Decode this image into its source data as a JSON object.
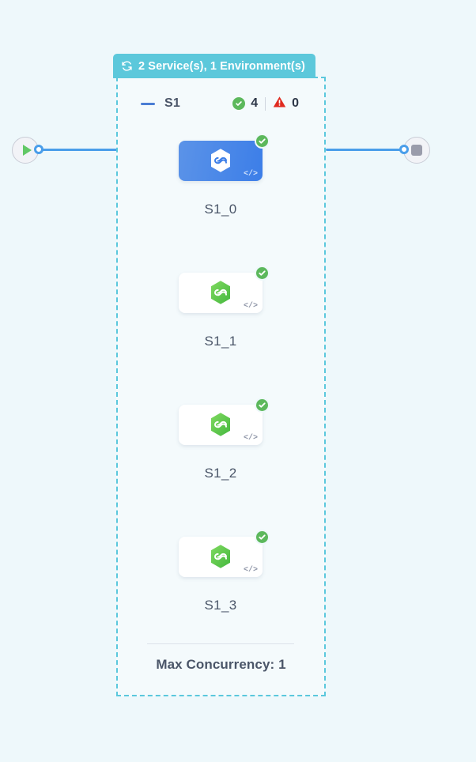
{
  "canvas": {
    "background_color": "#eef8fb"
  },
  "group": {
    "tab_label": "2 Service(s), 1 Environment(s)",
    "tab_icon": "refresh-cycle-icon",
    "tab_color": "#5cc8db",
    "border_color": "#5bc8dd",
    "border_style": "dashed"
  },
  "service": {
    "collapse_icon": "minus-collapse-icon",
    "name": "S1",
    "success_icon": "check-circle-icon",
    "success_count": "4",
    "warning_icon": "warning-triangle-icon",
    "warning_count": "0",
    "success_color": "#5cb85c",
    "warning_color": "#e02b20"
  },
  "start_node": {
    "icon": "play-icon",
    "icon_color": "#62c866",
    "port_icon": "output-port"
  },
  "end_node": {
    "icon": "stop-square-icon",
    "icon_color": "#9a9cab",
    "port_icon": "input-port"
  },
  "edge": {
    "color": "#4a9eea"
  },
  "nodes": [
    {
      "label": "S1_0",
      "selected": true,
      "status_icon": "check-circle-icon",
      "type_icon": "hexagon-infinity-icon",
      "type_icon_color": "#ffffff",
      "code_glyph": "</>",
      "card_color": "#3c7ee8"
    },
    {
      "label": "S1_1",
      "selected": false,
      "status_icon": "check-circle-icon",
      "type_icon": "hexagon-infinity-icon",
      "type_icon_color": "#5ac45a",
      "code_glyph": "</>",
      "card_color": "#ffffff"
    },
    {
      "label": "S1_2",
      "selected": false,
      "status_icon": "check-circle-icon",
      "type_icon": "hexagon-infinity-icon",
      "type_icon_color": "#5ac45a",
      "code_glyph": "</>",
      "card_color": "#ffffff"
    },
    {
      "label": "S1_3",
      "selected": false,
      "status_icon": "check-circle-icon",
      "type_icon": "hexagon-infinity-icon",
      "type_icon_color": "#5ac45a",
      "code_glyph": "</>",
      "card_color": "#ffffff"
    }
  ],
  "footer": {
    "max_concurrency_label": "Max Concurrency: 1"
  }
}
